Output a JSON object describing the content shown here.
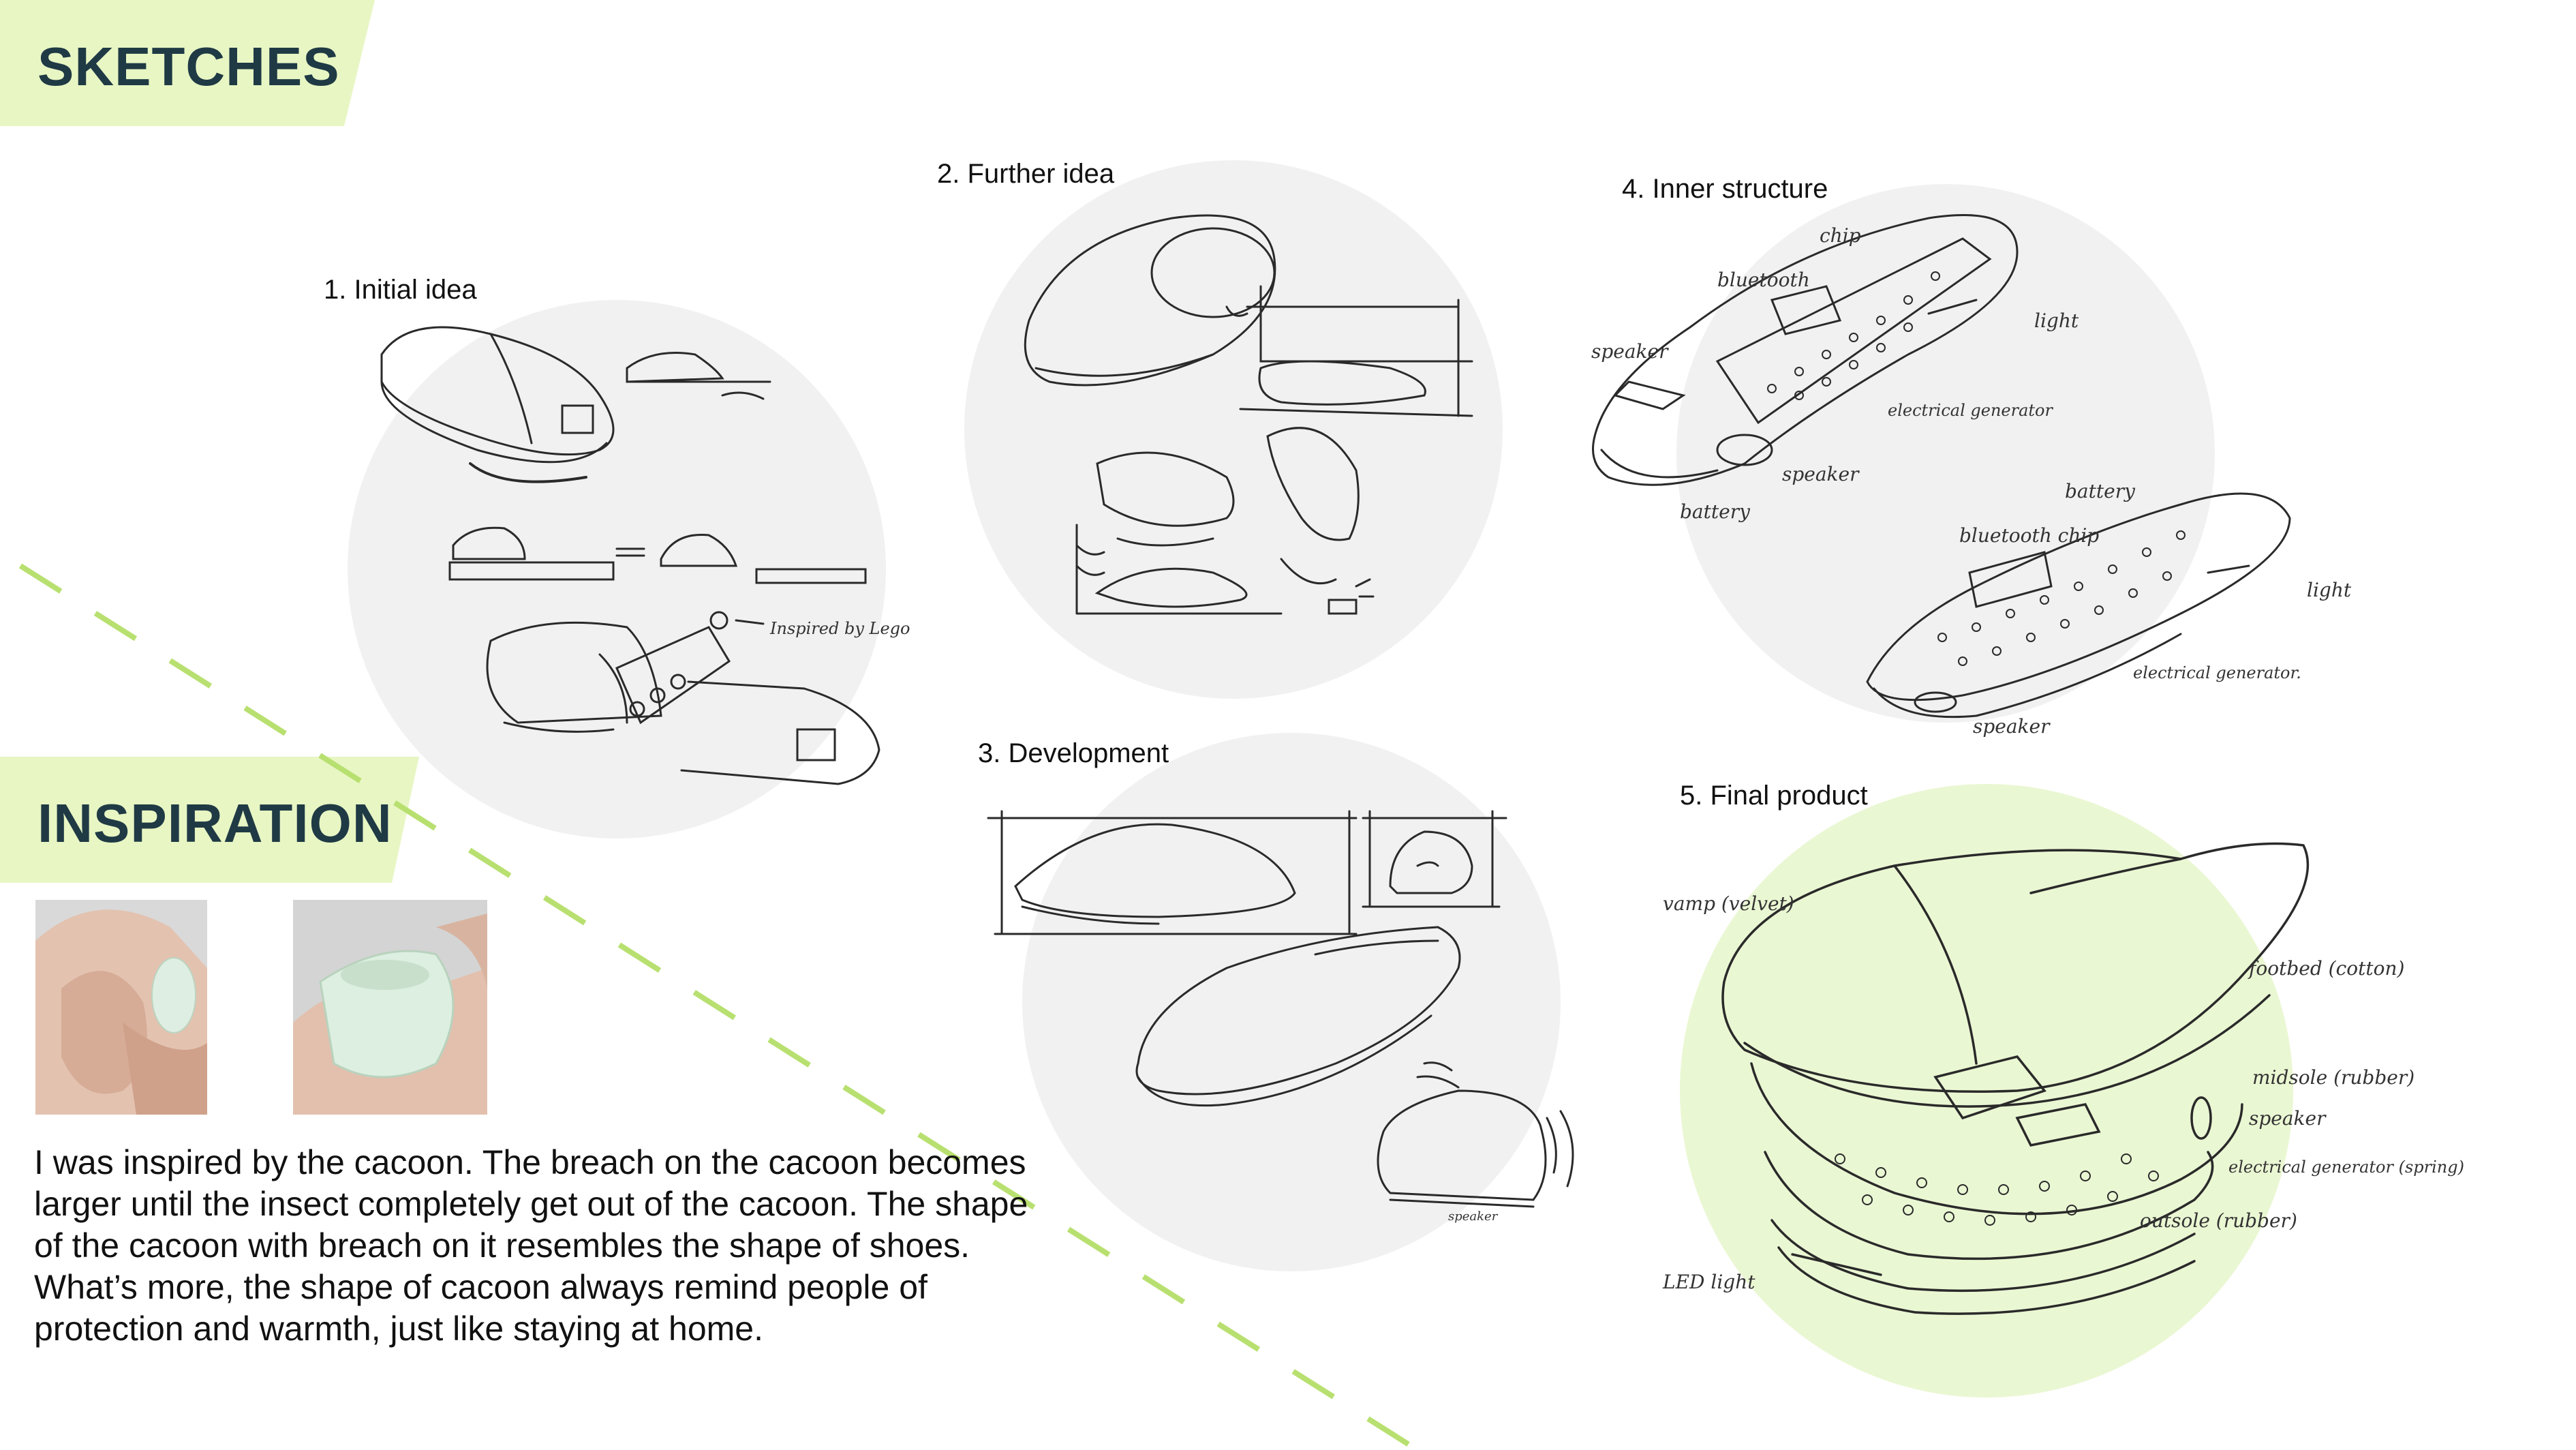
{
  "sections": {
    "sketches_title": "SKETCHES",
    "inspiration_title": "INSPIRATION"
  },
  "sketches": [
    {
      "label": "1. Initial idea"
    },
    {
      "label": "2. Further idea"
    },
    {
      "label": "3. Development"
    },
    {
      "label": "4. Inner structure"
    },
    {
      "label": "5. Final product"
    }
  ],
  "annotations": {
    "initial": {
      "lego": "Inspired by Lego"
    },
    "inner": {
      "bluetooth_top": "bluetooth",
      "chip_top": "chip",
      "speaker_left": "speaker",
      "light_top": "light",
      "electrical_generator_top": "electrical generator",
      "battery_left": "battery",
      "speaker_bottom": "speaker",
      "bluetooth_chip": "bluetooth chip",
      "battery_right": "battery",
      "light_right": "light",
      "electrical_generator_right": "electrical generator.",
      "speaker_right": "speaker"
    },
    "development": {
      "speaker": "speaker"
    },
    "final": {
      "vamp": "vamp (velvet)",
      "footbed": "footbed (cotton)",
      "midsole": "midsole (rubber)",
      "speaker": "speaker",
      "electrical_generator": "electrical generator (spring)",
      "outsole": "outsole (rubber)",
      "led_light": "LED light"
    }
  },
  "inspiration_text": [
    "I was inspired by the cacoon. The breach on the cacoon becomes larger until the insect completely get out of the cacoon. The shape of the cacoon with breach on it resembles the shape of shoes.",
    "What’s more, the shape of cacoon always remind people of protection and warmth, just like staying at home."
  ],
  "colors": {
    "accent_green": "#e8f6c4",
    "title_text": "#1f3a44",
    "circle_gray": "#f1f1f1",
    "circle_green": "#eaf7d3",
    "dash_line": "#b8e070",
    "sketch_stroke": "#2a2a2a"
  }
}
